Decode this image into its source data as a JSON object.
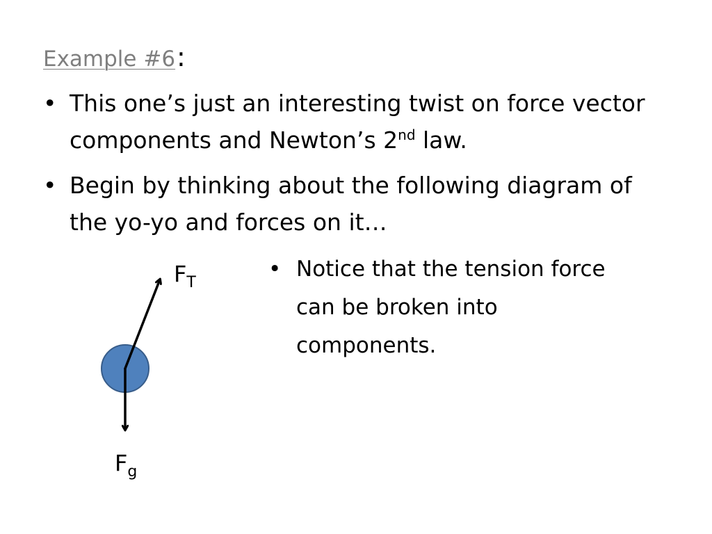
{
  "title": {
    "text": "Example #6",
    "colon": ":"
  },
  "bullets": [
    {
      "pre": "This one’s just an interesting twist on force vector components and Newton’s 2",
      "sup": "nd",
      "post": " law."
    },
    {
      "text": "Begin by thinking about the following diagram of the yo-yo and forces on it…"
    }
  ],
  "note": {
    "text": "Notice that the tension force can be broken into components."
  },
  "diagram": {
    "tension_label": {
      "base": "F",
      "sub": "T"
    },
    "gravity_label": {
      "base": "F",
      "sub": "g"
    },
    "yoyo_color": "#4f81bd",
    "yoyo_stroke": "#385d8a"
  }
}
